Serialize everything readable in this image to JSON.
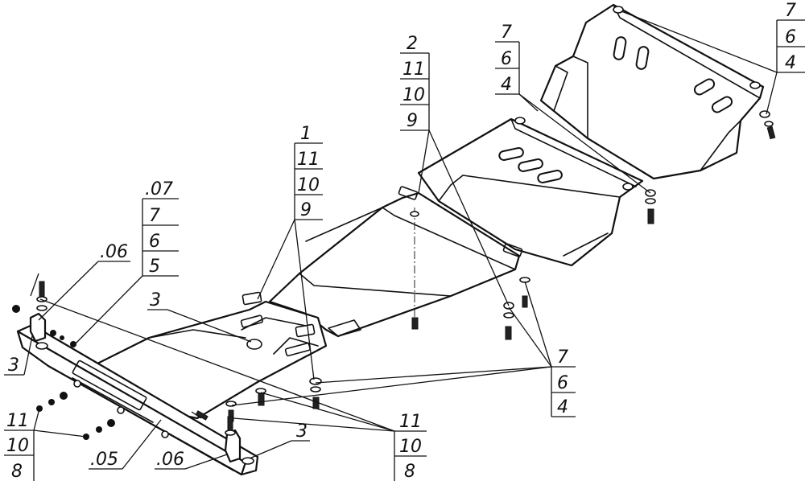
{
  "callouts": {
    "rear_plate": [
      "7",
      "6",
      "4"
    ],
    "gearbox_plate": [
      "7",
      "6",
      "4"
    ],
    "part_2": [
      "2",
      "11",
      "10",
      "9"
    ],
    "part_1": [
      "1",
      "11",
      "10",
      "9"
    ],
    "bracket_group": [
      ".07",
      "7",
      "6",
      "5"
    ],
    "bracket_06_top": ".06",
    "part_3_center": "3",
    "part_3_left": "3",
    "left_group": [
      "11",
      "10",
      "8"
    ],
    "bottom_05": ".05",
    "bottom_06": ".06",
    "bottom_3": "3",
    "center_group": [
      "7",
      "6",
      "4"
    ],
    "bottom_group": [
      "11",
      "10",
      "8"
    ]
  }
}
